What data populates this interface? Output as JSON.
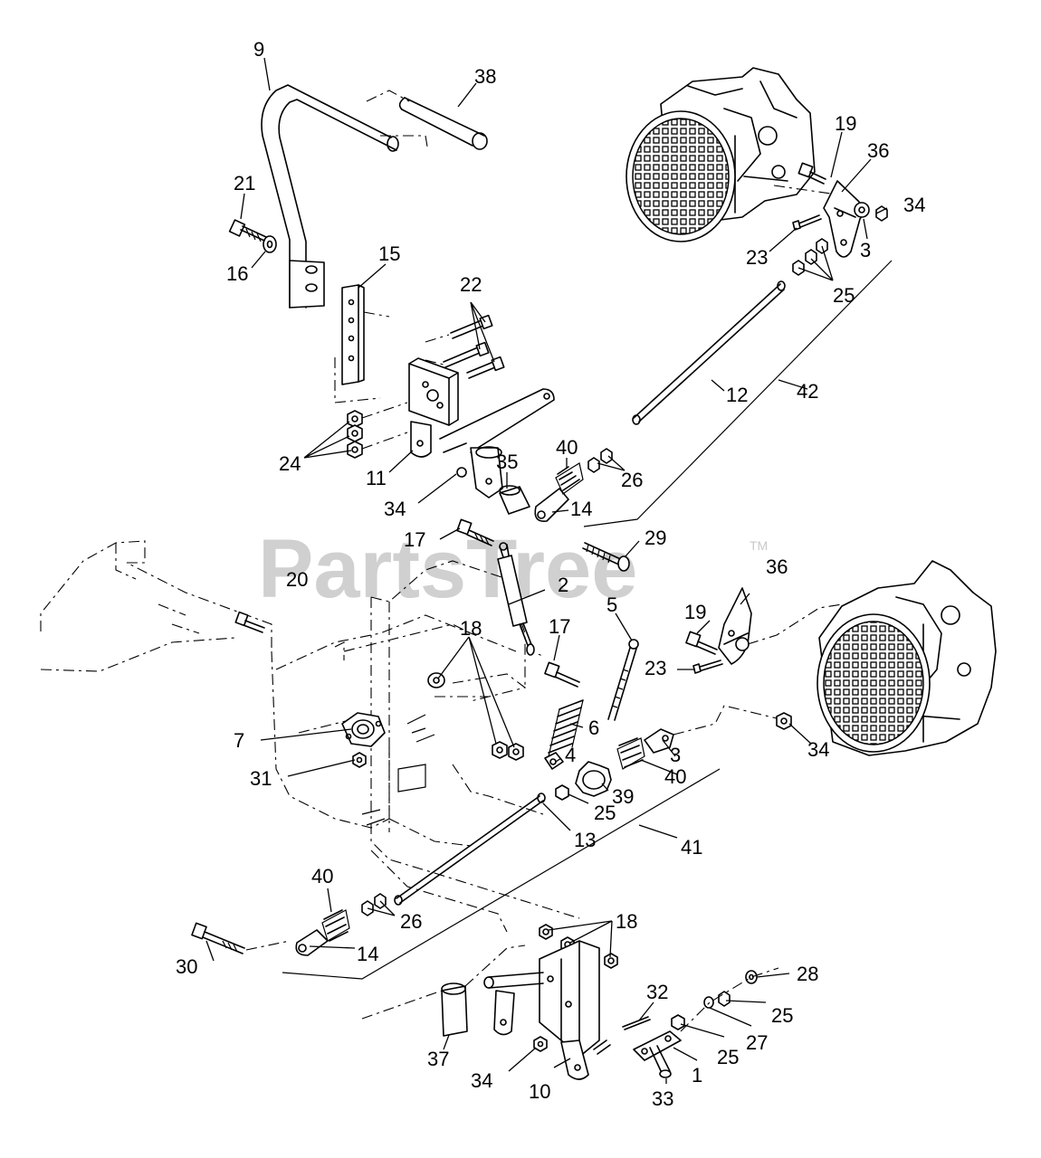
{
  "watermark": {
    "text": "PartsTree",
    "mark": "TM"
  },
  "callouts": {
    "c1": "1",
    "c2": "2",
    "c3a": "3",
    "c3b": "3",
    "c4": "4",
    "c5": "5",
    "c6": "6",
    "c7": "7",
    "c9": "9",
    "c10": "10",
    "c11": "11",
    "c12": "12",
    "c13": "13",
    "c14a": "14",
    "c14b": "14",
    "c15": "15",
    "c16": "16",
    "c17a": "17",
    "c17b": "17",
    "c18a": "18",
    "c18b": "18",
    "c19a": "19",
    "c19b": "19",
    "c20": "20",
    "c21": "21",
    "c22": "22",
    "c23a": "23",
    "c23b": "23",
    "c24": "24",
    "c25a": "25",
    "c25b": "25",
    "c25c": "25",
    "c25d": "25",
    "c26a": "26",
    "c26b": "26",
    "c27": "27",
    "c28": "28",
    "c29": "29",
    "c30": "30",
    "c31": "31",
    "c32": "32",
    "c33": "33",
    "c34a": "34",
    "c34b": "34",
    "c34c": "34",
    "c34d": "34",
    "c35": "35",
    "c36a": "36",
    "c36b": "36",
    "c37": "37",
    "c38": "38",
    "c39": "39",
    "c40a": "40",
    "c40b": "40",
    "c40c": "40",
    "c41": "41",
    "c42": "42"
  }
}
